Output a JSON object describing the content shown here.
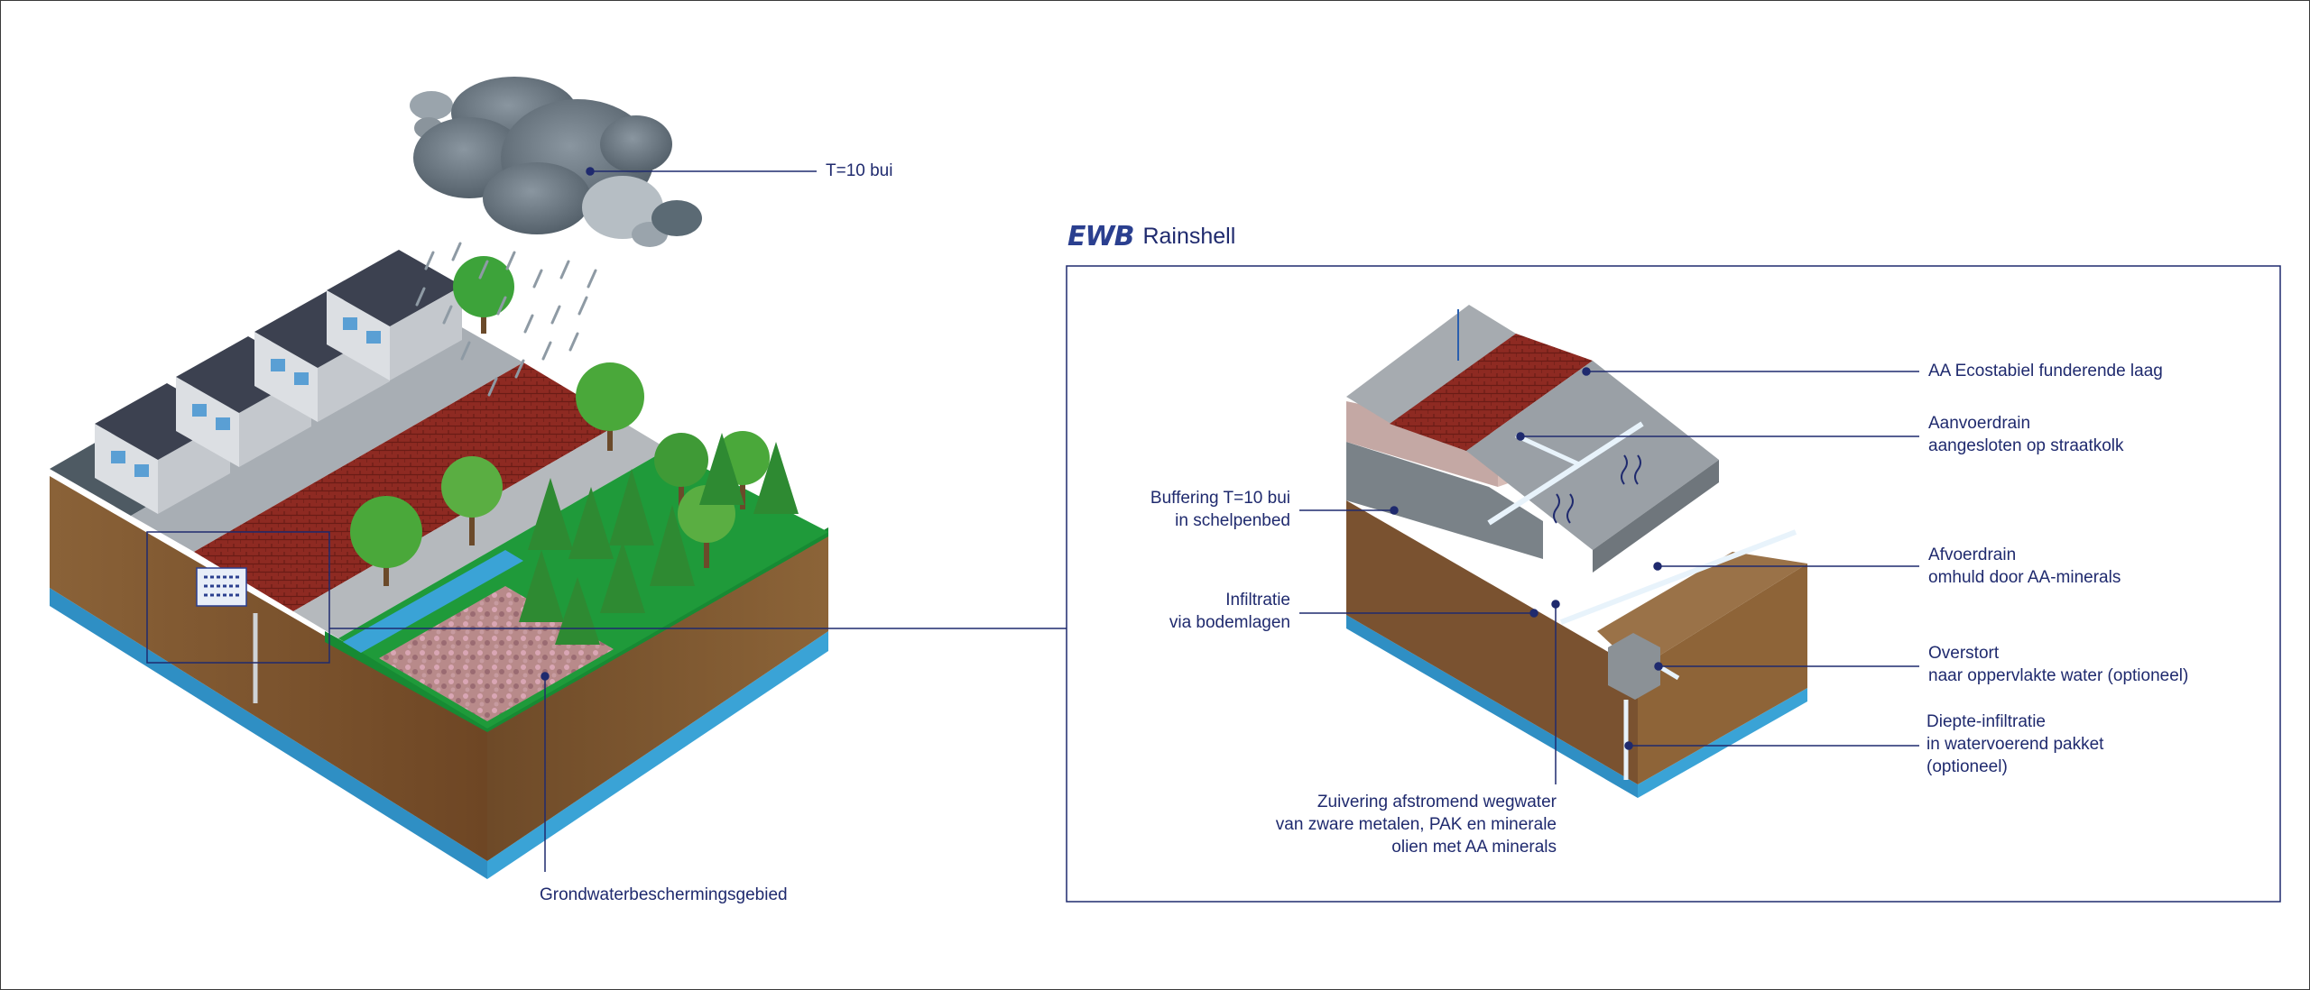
{
  "brand": {
    "logo": "EWB",
    "name": "Rainshell"
  },
  "labels": {
    "storm": "T=10 bui",
    "groundwater_area": "Grondwaterbeschermingsgebied",
    "buffering": "Buffering T=10 bui\nin schelpenbed",
    "infiltration": "Infiltratie\nvia bodemlagen",
    "purification": "Zuivering afstromend wegwater\nvan zware metalen, PAK en minerale\nolien met AA minerals",
    "foundation": "AA Ecostabiel funderende laag",
    "supply_drain": "Aanvoerdrain\naangesloten op straatkolk",
    "discharge_drain": "Afvoerdrain\nomhuld door AA-minerals",
    "overflow": "Overstort\nnaar oppervlakte water (optioneel)",
    "deep_infiltration": "Diepte-infiltratie\nin watervoerend pakket\n(optioneel)"
  },
  "colors": {
    "label": "#1f2a6e",
    "soil": "#7a5230",
    "water": "#2f8fc4",
    "grass": "#1f9a3a",
    "brick": "#8e2a22",
    "road": "#9aa0a6",
    "roof": "#3c4150"
  }
}
